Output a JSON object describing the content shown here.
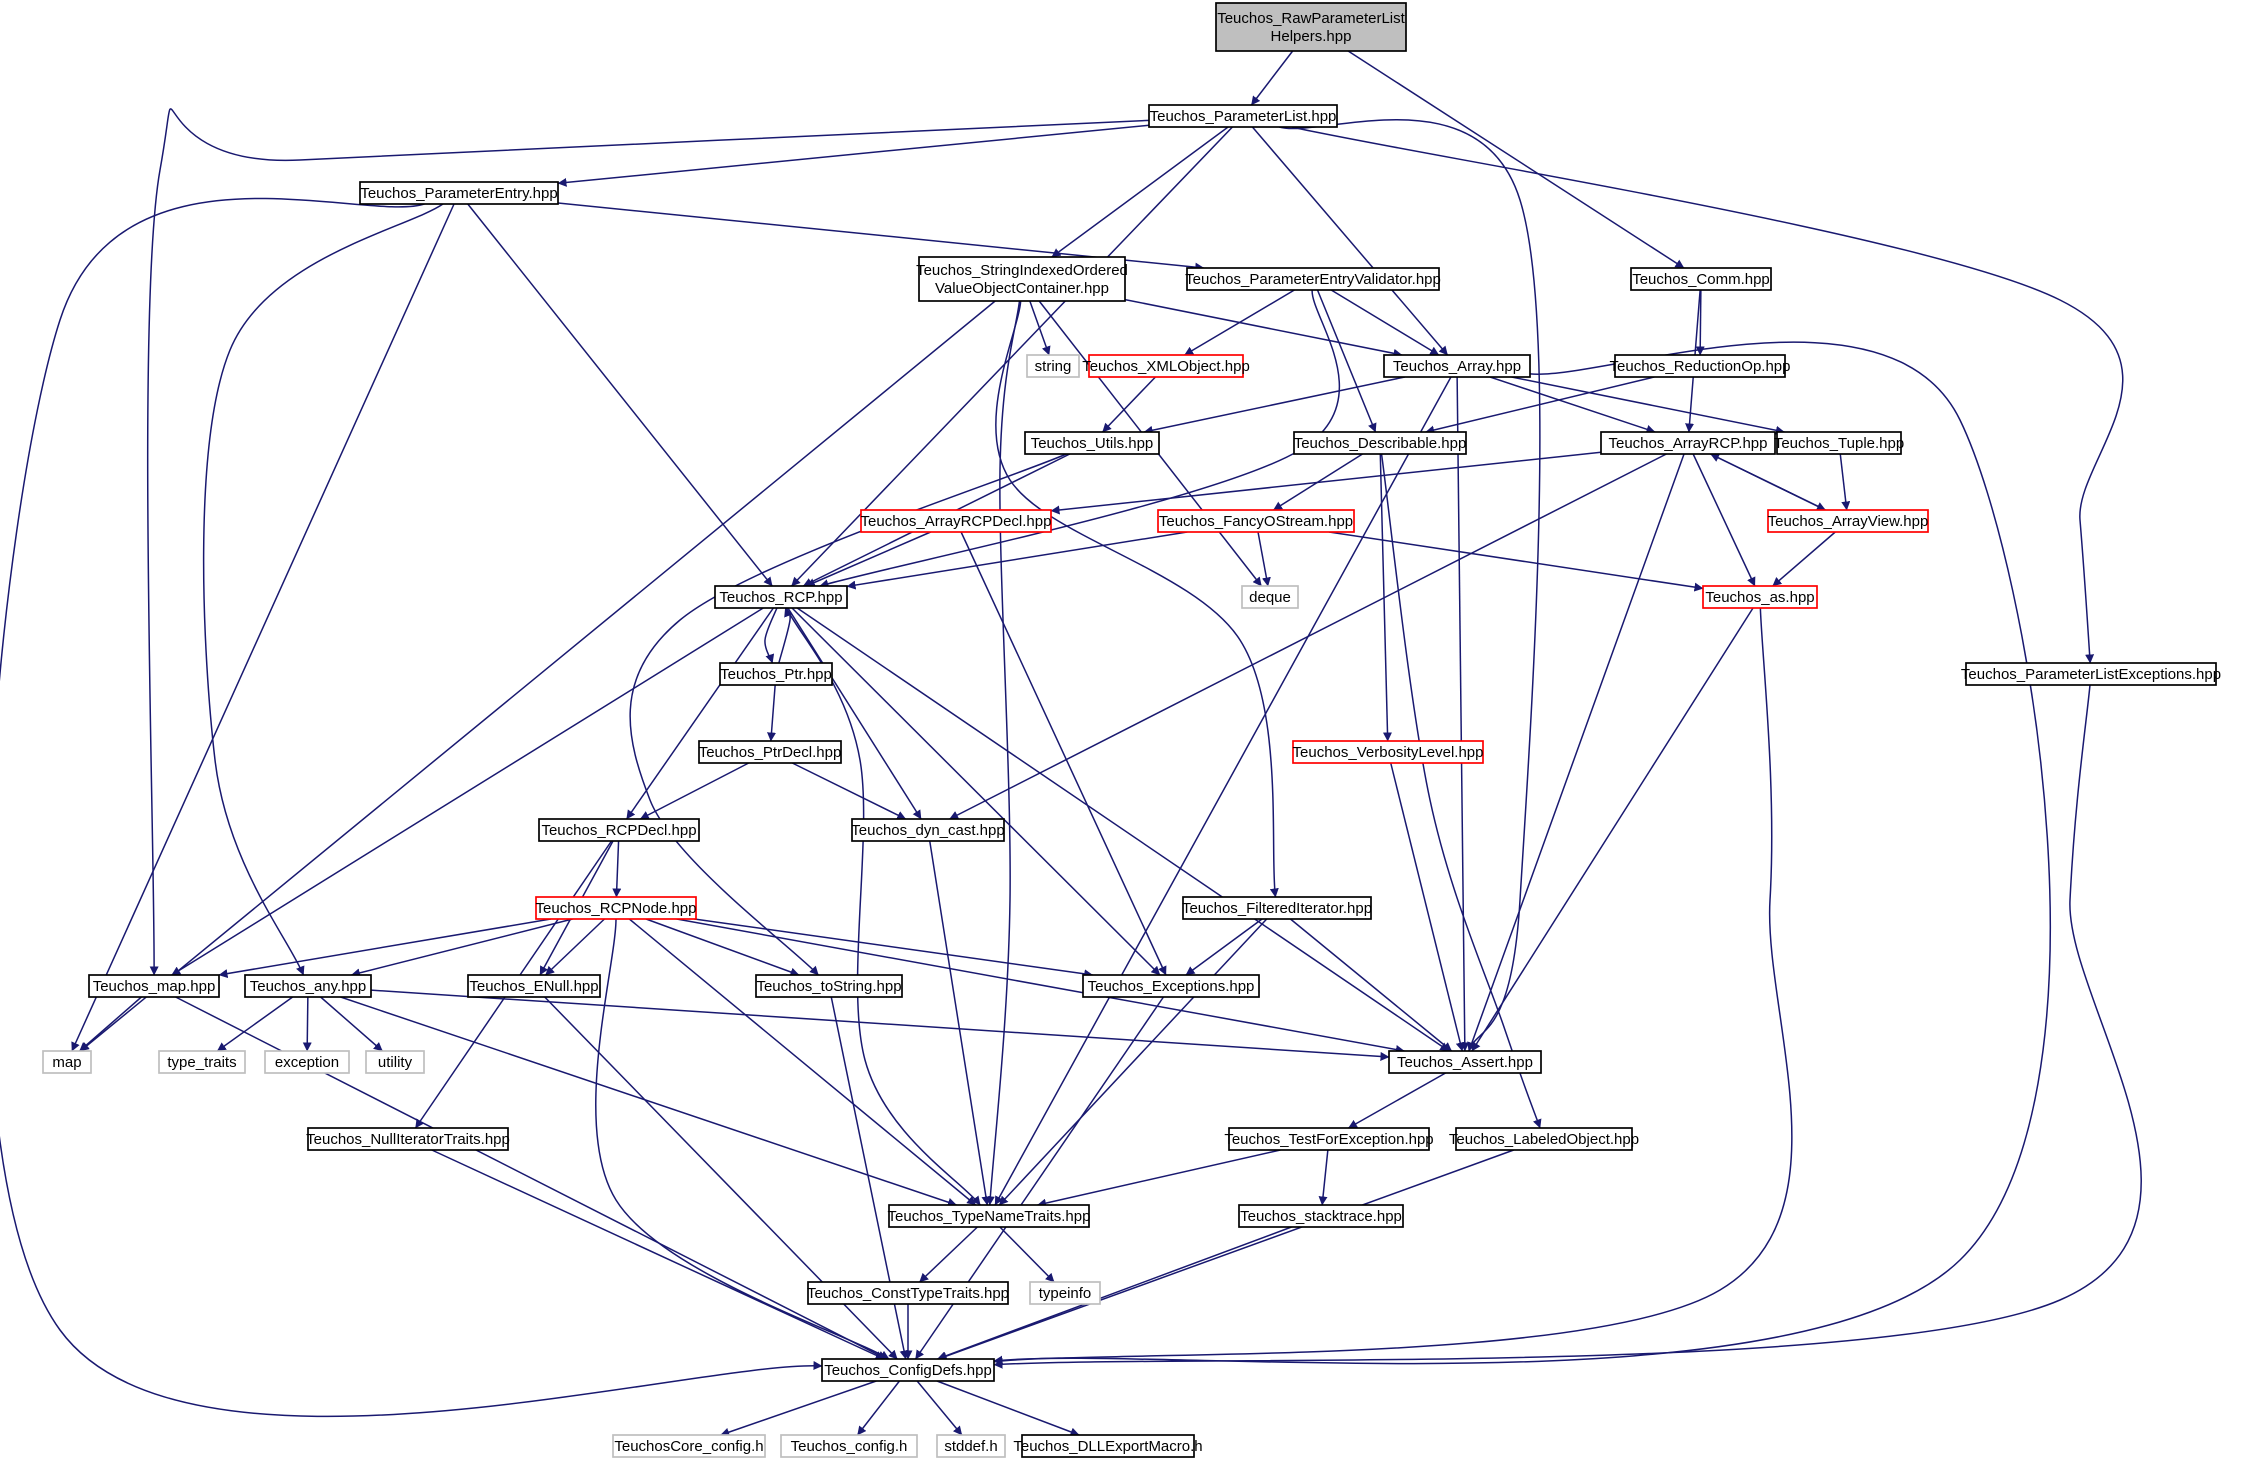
{
  "colors": {
    "edge": "#191970",
    "node_border": "#000000",
    "missing_border": "#ff0000",
    "system_border": "#bfbfbf",
    "root_fill": "#bfbfbf",
    "node_fill": "#ffffff",
    "label": "#000000"
  },
  "graph": {
    "nodes": [
      {
        "id": "raw",
        "lines": [
          "Teuchos_RawParameterList",
          "Helpers.hpp"
        ],
        "style": "root"
      },
      {
        "id": "plist",
        "lines": [
          "Teuchos_ParameterList.hpp"
        ],
        "style": "normal"
      },
      {
        "id": "pentry",
        "lines": [
          "Teuchos_ParameterEntry.hpp"
        ],
        "style": "normal"
      },
      {
        "id": "sioc",
        "lines": [
          "Teuchos_StringIndexedOrdered",
          "ValueObjectContainer.hpp"
        ],
        "style": "normal"
      },
      {
        "id": "pev",
        "lines": [
          "Teuchos_ParameterEntryValidator.hpp"
        ],
        "style": "normal"
      },
      {
        "id": "comm",
        "lines": [
          "Teuchos_Comm.hpp"
        ],
        "style": "normal"
      },
      {
        "id": "string",
        "lines": [
          "string"
        ],
        "style": "system"
      },
      {
        "id": "xml",
        "lines": [
          "Teuchos_XMLObject.hpp"
        ],
        "style": "missing"
      },
      {
        "id": "array",
        "lines": [
          "Teuchos_Array.hpp"
        ],
        "style": "normal"
      },
      {
        "id": "redop",
        "lines": [
          "Teuchos_ReductionOp.hpp"
        ],
        "style": "normal"
      },
      {
        "id": "utils",
        "lines": [
          "Teuchos_Utils.hpp"
        ],
        "style": "normal"
      },
      {
        "id": "descr",
        "lines": [
          "Teuchos_Describable.hpp"
        ],
        "style": "normal"
      },
      {
        "id": "arcp",
        "lines": [
          "Teuchos_ArrayRCP.hpp"
        ],
        "style": "normal"
      },
      {
        "id": "tuple",
        "lines": [
          "Teuchos_Tuple.hpp"
        ],
        "style": "normal"
      },
      {
        "id": "arcpdecl",
        "lines": [
          "Teuchos_ArrayRCPDecl.hpp"
        ],
        "style": "missing"
      },
      {
        "id": "fancy",
        "lines": [
          "Teuchos_FancyOStream.hpp"
        ],
        "style": "missing"
      },
      {
        "id": "aview",
        "lines": [
          "Teuchos_ArrayView.hpp"
        ],
        "style": "missing"
      },
      {
        "id": "rcp",
        "lines": [
          "Teuchos_RCP.hpp"
        ],
        "style": "normal"
      },
      {
        "id": "deque",
        "lines": [
          "deque"
        ],
        "style": "system"
      },
      {
        "id": "as",
        "lines": [
          "Teuchos_as.hpp"
        ],
        "style": "missing"
      },
      {
        "id": "ptr",
        "lines": [
          "Teuchos_Ptr.hpp"
        ],
        "style": "normal"
      },
      {
        "id": "plexc",
        "lines": [
          "Teuchos_ParameterListExceptions.hpp"
        ],
        "style": "normal"
      },
      {
        "id": "ptrdecl",
        "lines": [
          "Teuchos_PtrDecl.hpp"
        ],
        "style": "normal"
      },
      {
        "id": "verb",
        "lines": [
          "Teuchos_VerbosityLevel.hpp"
        ],
        "style": "missing"
      },
      {
        "id": "rcpdecl",
        "lines": [
          "Teuchos_RCPDecl.hpp"
        ],
        "style": "normal"
      },
      {
        "id": "dyncast",
        "lines": [
          "Teuchos_dyn_cast.hpp"
        ],
        "style": "normal"
      },
      {
        "id": "rcpnode",
        "lines": [
          "Teuchos_RCPNode.hpp"
        ],
        "style": "missing"
      },
      {
        "id": "filt",
        "lines": [
          "Teuchos_FilteredIterator.hpp"
        ],
        "style": "normal"
      },
      {
        "id": "mapn",
        "lines": [
          "Teuchos_map.hpp"
        ],
        "style": "normal"
      },
      {
        "id": "any",
        "lines": [
          "Teuchos_any.hpp"
        ],
        "style": "normal"
      },
      {
        "id": "enull",
        "lines": [
          "Teuchos_ENull.hpp"
        ],
        "style": "normal"
      },
      {
        "id": "tostr",
        "lines": [
          "Teuchos_toString.hpp"
        ],
        "style": "normal"
      },
      {
        "id": "exc",
        "lines": [
          "Teuchos_Exceptions.hpp"
        ],
        "style": "normal"
      },
      {
        "id": "map",
        "lines": [
          "map"
        ],
        "style": "system"
      },
      {
        "id": "tt",
        "lines": [
          "type_traits"
        ],
        "style": "system"
      },
      {
        "id": "exception",
        "lines": [
          "exception"
        ],
        "style": "system"
      },
      {
        "id": "utility",
        "lines": [
          "utility"
        ],
        "style": "system"
      },
      {
        "id": "assert",
        "lines": [
          "Teuchos_Assert.hpp"
        ],
        "style": "normal"
      },
      {
        "id": "nullit",
        "lines": [
          "Teuchos_NullIteratorTraits.hpp"
        ],
        "style": "normal"
      },
      {
        "id": "tfe",
        "lines": [
          "Teuchos_TestForException.hpp"
        ],
        "style": "normal"
      },
      {
        "id": "lo",
        "lines": [
          "Teuchos_LabeledObject.hpp"
        ],
        "style": "normal"
      },
      {
        "id": "stack",
        "lines": [
          "Teuchos_stacktrace.hpp"
        ],
        "style": "normal"
      },
      {
        "id": "tnt",
        "lines": [
          "Teuchos_TypeNameTraits.hpp"
        ],
        "style": "normal"
      },
      {
        "id": "ctt",
        "lines": [
          "Teuchos_ConstTypeTraits.hpp"
        ],
        "style": "normal"
      },
      {
        "id": "typeinfo",
        "lines": [
          "typeinfo"
        ],
        "style": "system"
      },
      {
        "id": "cfgdefs",
        "lines": [
          "Teuchos_ConfigDefs.hpp"
        ],
        "style": "normal"
      },
      {
        "id": "corecfg",
        "lines": [
          "TeuchosCore_config.h"
        ],
        "style": "system"
      },
      {
        "id": "tcfg",
        "lines": [
          "Teuchos_config.h"
        ],
        "style": "system"
      },
      {
        "id": "stddef",
        "lines": [
          "stddef.h"
        ],
        "style": "system"
      },
      {
        "id": "dll",
        "lines": [
          "Teuchos_DLLExportMacro.h"
        ],
        "style": "normal"
      }
    ],
    "edges": [
      [
        "raw",
        "plist"
      ],
      [
        "raw",
        "comm"
      ],
      [
        "plist",
        "pentry"
      ],
      [
        "plist",
        "sioc"
      ],
      [
        "plist",
        "array"
      ],
      [
        "plist",
        "assert"
      ],
      [
        "plist",
        "rcp"
      ],
      [
        "plist",
        "mapn"
      ],
      [
        "plist",
        "plexc"
      ],
      [
        "pentry",
        "pev"
      ],
      [
        "pentry",
        "any"
      ],
      [
        "pentry",
        "rcp"
      ],
      [
        "pentry",
        "cfgdefs"
      ],
      [
        "pentry",
        "map"
      ],
      [
        "sioc",
        "array"
      ],
      [
        "sioc",
        "string"
      ],
      [
        "sioc",
        "filt"
      ],
      [
        "sioc",
        "deque"
      ],
      [
        "sioc",
        "tnt"
      ],
      [
        "sioc",
        "map"
      ],
      [
        "pev",
        "xml"
      ],
      [
        "pev",
        "array"
      ],
      [
        "pev",
        "descr"
      ],
      [
        "pev",
        "rcp"
      ],
      [
        "comm",
        "redop"
      ],
      [
        "comm",
        "arcp"
      ],
      [
        "redop",
        "descr"
      ],
      [
        "xml",
        "utils"
      ],
      [
        "array",
        "utils"
      ],
      [
        "array",
        "arcp"
      ],
      [
        "array",
        "tuple"
      ],
      [
        "array",
        "assert"
      ],
      [
        "array",
        "tnt"
      ],
      [
        "array",
        "cfgdefs"
      ],
      [
        "utils",
        "tostr"
      ],
      [
        "utils",
        "rcp"
      ],
      [
        "descr",
        "fancy"
      ],
      [
        "descr",
        "verb"
      ],
      [
        "descr",
        "lo"
      ],
      [
        "arcp",
        "arcpdecl"
      ],
      [
        "arcp",
        "aview"
      ],
      [
        "arcp",
        "as"
      ],
      [
        "arcp",
        "assert"
      ],
      [
        "arcp",
        "dyncast"
      ],
      [
        "tuple",
        "aview"
      ],
      [
        "aview",
        "arcp"
      ],
      [
        "aview",
        "as"
      ],
      [
        "arcpdecl",
        "rcp"
      ],
      [
        "arcpdecl",
        "exc"
      ],
      [
        "fancy",
        "rcp"
      ],
      [
        "fancy",
        "deque"
      ],
      [
        "fancy",
        "as"
      ],
      [
        "as",
        "assert"
      ],
      [
        "as",
        "cfgdefs"
      ],
      [
        "rcp",
        "ptr"
      ],
      [
        "rcp",
        "rcpdecl"
      ],
      [
        "rcp",
        "dyncast"
      ],
      [
        "rcp",
        "exc"
      ],
      [
        "rcp",
        "assert"
      ],
      [
        "rcp",
        "mapn"
      ],
      [
        "rcp",
        "tnt"
      ],
      [
        "ptr",
        "rcp"
      ],
      [
        "ptr",
        "ptrdecl"
      ],
      [
        "ptrdecl",
        "rcpdecl"
      ],
      [
        "ptrdecl",
        "dyncast"
      ],
      [
        "rcpdecl",
        "rcpnode"
      ],
      [
        "rcpdecl",
        "enull"
      ],
      [
        "rcpdecl",
        "nullit"
      ],
      [
        "rcpnode",
        "mapn"
      ],
      [
        "rcpnode",
        "any"
      ],
      [
        "rcpnode",
        "enull"
      ],
      [
        "rcpnode",
        "tostr"
      ],
      [
        "rcpnode",
        "exc"
      ],
      [
        "rcpnode",
        "assert"
      ],
      [
        "rcpnode",
        "tnt"
      ],
      [
        "rcpnode",
        "cfgdefs"
      ],
      [
        "dyncast",
        "tnt"
      ],
      [
        "verb",
        "assert"
      ],
      [
        "filt",
        "exc"
      ],
      [
        "filt",
        "assert"
      ],
      [
        "filt",
        "tnt"
      ],
      [
        "mapn",
        "map"
      ],
      [
        "mapn",
        "cfgdefs"
      ],
      [
        "any",
        "tt"
      ],
      [
        "any",
        "exception"
      ],
      [
        "any",
        "utility"
      ],
      [
        "any",
        "assert"
      ],
      [
        "any",
        "tnt"
      ],
      [
        "enull",
        "cfgdefs"
      ],
      [
        "tostr",
        "cfgdefs"
      ],
      [
        "exc",
        "cfgdefs"
      ],
      [
        "assert",
        "tfe"
      ],
      [
        "nullit",
        "cfgdefs"
      ],
      [
        "tfe",
        "tnt"
      ],
      [
        "tfe",
        "stack"
      ],
      [
        "lo",
        "cfgdefs"
      ],
      [
        "stack",
        "cfgdefs"
      ],
      [
        "tnt",
        "ctt"
      ],
      [
        "tnt",
        "typeinfo"
      ],
      [
        "ctt",
        "cfgdefs"
      ],
      [
        "plexc",
        "cfgdefs"
      ],
      [
        "cfgdefs",
        "corecfg"
      ],
      [
        "cfgdefs",
        "tcfg"
      ],
      [
        "cfgdefs",
        "stddef"
      ],
      [
        "cfgdefs",
        "dll"
      ]
    ]
  }
}
